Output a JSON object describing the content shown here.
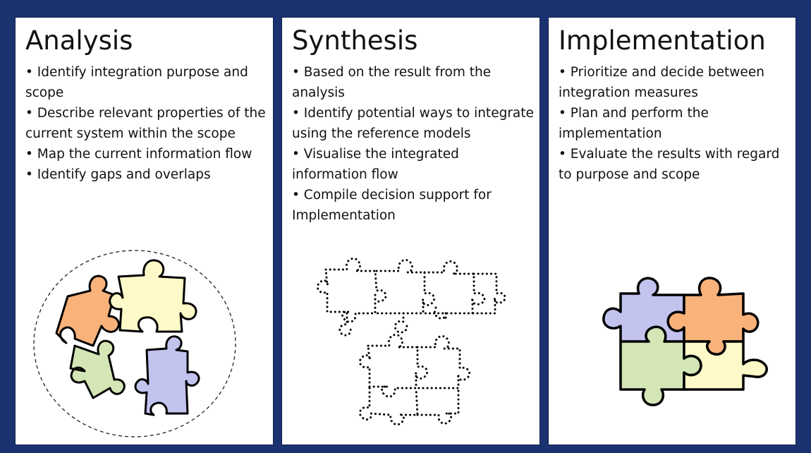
{
  "panels": [
    {
      "title": "Analysis",
      "bullets": [
        "• Identify integration purpose and scope",
        "• Describe relevant properties of the current system within the scope",
        "• Map the current information flow",
        "• Identify gaps and overlaps"
      ],
      "illustration": "scattered-puzzle-pieces-icon"
    },
    {
      "title": "Synthesis",
      "bullets": [
        "• Based on the result from the analysis",
        "• Identify potential ways to integrate using the reference models",
        "• Visualise the integrated information flow",
        "• Compile decision support for Implementation"
      ],
      "illustration": "dotted-puzzle-outline-icon"
    },
    {
      "title": "Implementation",
      "bullets": [
        "• Prioritize and decide between integration measures",
        "• Plan and perform the implementation",
        "• Evaluate the results with regard to purpose and scope"
      ],
      "illustration": "assembled-puzzle-icon"
    }
  ],
  "colors": {
    "background": "#1a3270",
    "puzzle_orange": "#f8b27a",
    "puzzle_yellow": "#fdf9c8",
    "puzzle_green": "#d4e6b5",
    "puzzle_purple": "#c3c3f0"
  }
}
